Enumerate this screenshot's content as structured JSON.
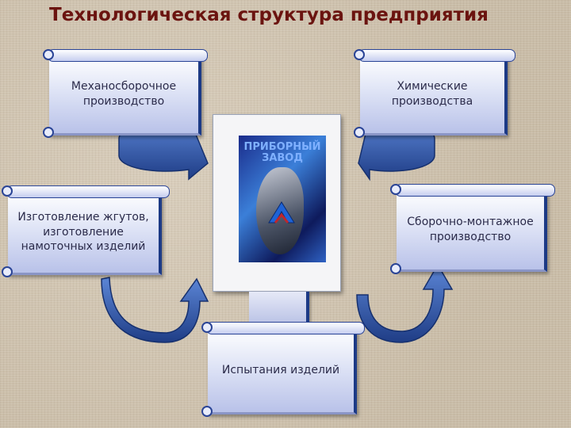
{
  "title": "Технологическая структура предприятия",
  "image": {
    "caption": "ПРИБОРНЫЙ ЗАВОД"
  },
  "boxes": {
    "mech": "Механосборочное производство",
    "chem": "Химические производства",
    "harness": "Изготовление жгутов, изготовление намоточных изделий",
    "assembly": "Сборочно-монтажное производство",
    "testing": "Испытания изделий"
  },
  "colors": {
    "title": "#6b1410",
    "box_edge": "#1c3a86",
    "arrow": "#2d4f9b"
  },
  "icons": [
    "scroll-banner",
    "factory-logo",
    "curved-arrow"
  ]
}
